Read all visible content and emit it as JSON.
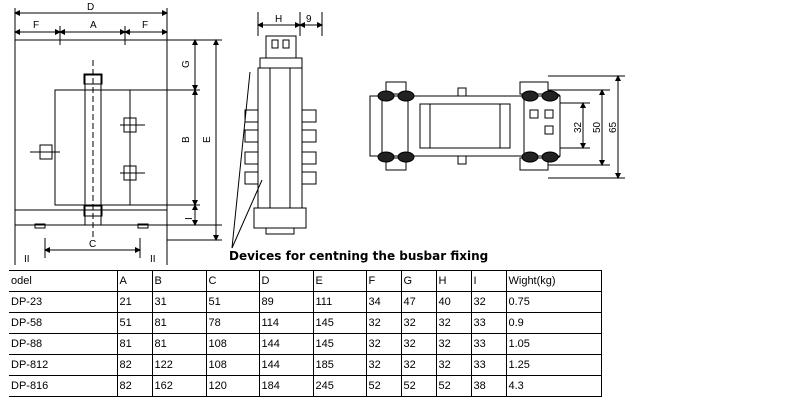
{
  "front_view": {
    "dims": {
      "D": "D",
      "F_left": "F",
      "A": "A",
      "F_right": "F",
      "G": "G",
      "B": "B",
      "E": "E",
      "I": "I",
      "C": "C",
      "II_left": "II",
      "II_right": "II"
    }
  },
  "side_view": {
    "dims": {
      "H": "H",
      "nine": "9"
    }
  },
  "top_view": {
    "dims": {
      "d32": "32",
      "d50": "50",
      "d65": "65"
    }
  },
  "caption": "Devices for centning the busbar fixing",
  "table": {
    "headers": [
      "odel",
      "A",
      "B",
      "C",
      "D",
      "E",
      "F",
      "G",
      "H",
      "I",
      "Wight(kg)"
    ],
    "rows": [
      [
        "DP-23",
        "21",
        "31",
        "51",
        "89",
        "111",
        "34",
        "47",
        "40",
        "32",
        "0.75"
      ],
      [
        "DP-58",
        "51",
        "81",
        "78",
        "114",
        "145",
        "32",
        "32",
        "32",
        "33",
        "0.9"
      ],
      [
        "DP-88",
        "81",
        "81",
        "108",
        "144",
        "145",
        "32",
        "32",
        "32",
        "33",
        "1.05"
      ],
      [
        "DP-812",
        "82",
        "122",
        "108",
        "144",
        "185",
        "32",
        "32",
        "32",
        "33",
        "1.25"
      ],
      [
        "DP-816",
        "82",
        "162",
        "120",
        "184",
        "245",
        "52",
        "52",
        "52",
        "38",
        "4.3"
      ]
    ]
  }
}
